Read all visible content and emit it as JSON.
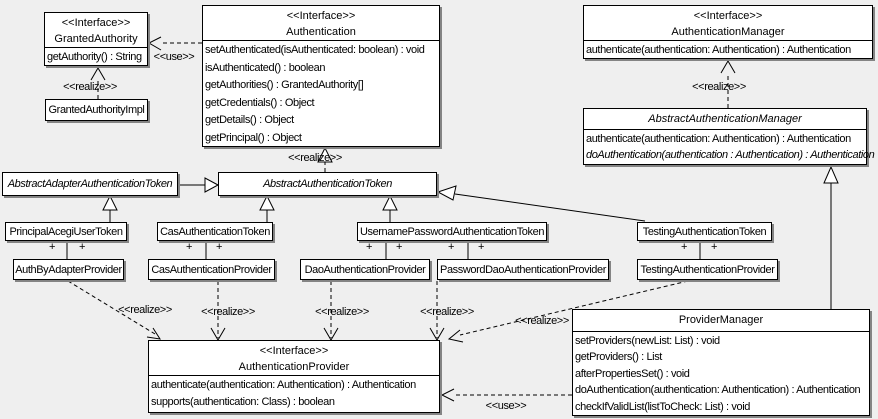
{
  "labels": {
    "interface_stereotype": "<<Interface>>",
    "use": "<<use>>",
    "realize": "<<realize>>",
    "plus": "+"
  },
  "colors": {
    "background": "#efefef",
    "box_fill": "#ffffff",
    "line": "#000000",
    "shadow": "#848484"
  },
  "boxes": {
    "granted_authority": {
      "stereotype": "<<Interface>>",
      "name": "GrantedAuthority",
      "methods": [
        "getAuthority() : String"
      ]
    },
    "granted_authority_impl": {
      "name": "GrantedAuthorityImpl"
    },
    "authentication": {
      "stereotype": "<<Interface>>",
      "name": "Authentication",
      "methods": [
        "setAuthenticated(isAuthenticated: boolean) : void",
        "isAuthenticated() : boolean",
        "getAuthorities() : GrantedAuthority[]",
        "getCredentials() : Object",
        "getDetails() : Object",
        "getPrincipal() : Object"
      ]
    },
    "authentication_manager": {
      "stereotype": "<<Interface>>",
      "name": "AuthenticationManager",
      "methods": [
        "authenticate(authentication: Authentication) : Authentication"
      ]
    },
    "abstract_authentication_manager": {
      "name": "AbstractAuthenticationManager",
      "methods": [
        "authenticate(authentication: Authentication) : Authentication",
        "doAuthentication(authentication : Authentication) : Authentication"
      ]
    },
    "abstract_adapter_authentication_token": {
      "name": "AbstractAdapterAuthenticationToken"
    },
    "abstract_authentication_token": {
      "name": "AbstractAuthenticationToken"
    },
    "principal_acegi_user_token": {
      "name": "PrincipalAcegiUserToken"
    },
    "cas_authentication_token": {
      "name": "CasAuthenticationToken"
    },
    "username_password_authentication_token": {
      "name": "UsernamePasswordAuthenticationToken"
    },
    "testing_authentication_token": {
      "name": "TestingAuthenticationToken"
    },
    "auth_by_adapter_provider": {
      "name": "AuthByAdapterProvider"
    },
    "cas_authentication_provider": {
      "name": "CasAuthenticationProvider"
    },
    "dao_authentication_provider": {
      "name": "DaoAuthenticationProvider"
    },
    "password_dao_authentication_provider": {
      "name": "PasswordDaoAuthenticationProvider"
    },
    "testing_authentication_provider": {
      "name": "TestingAuthenticationProvider"
    },
    "authentication_provider": {
      "stereotype": "<<Interface>>",
      "name": "AuthenticationProvider",
      "methods": [
        "authenticate(authentication: Authentication) : Authentication",
        "supports(authentication: Class) : boolean"
      ]
    },
    "provider_manager": {
      "name": "ProviderManager",
      "methods": [
        "setProviders(newList: List) : void",
        "getProviders() : List",
        "afterPropertiesSet() : void",
        "doAuthentication(authentication: Authentication) : Authentication",
        "checkIfValidList(listToCheck: List) : void"
      ]
    }
  }
}
